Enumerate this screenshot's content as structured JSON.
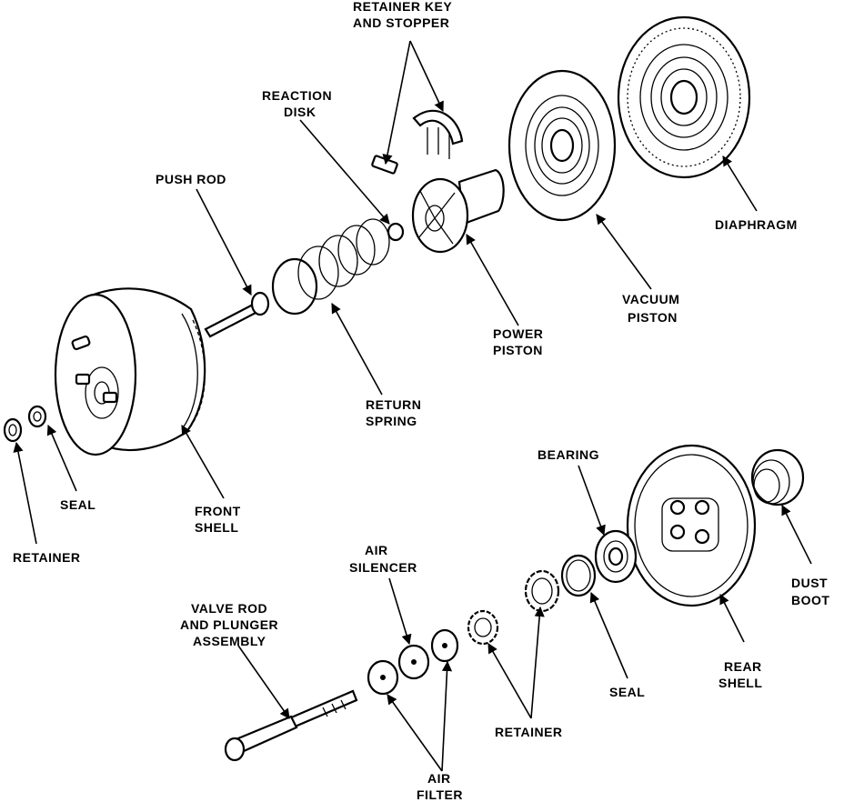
{
  "labels": {
    "retainer_key_l1": "RETAINER KEY",
    "retainer_key_l2": "AND STOPPER",
    "reaction_l1": "REACTION",
    "reaction_l2": "DISK",
    "push_rod": "PUSH ROD",
    "diaphragm": "DIAPHRAGM",
    "vacuum_l1": "VACUUM",
    "vacuum_l2": "PISTON",
    "power_l1": "POWER",
    "power_l2": "PISTON",
    "return_l1": "RETURN",
    "return_l2": "SPRING",
    "seal_top": "SEAL",
    "front_l1": "FRONT",
    "front_l2": "SHELL",
    "retainer_top": "RETAINER",
    "bearing": "BEARING",
    "air_sil_l1": "AIR",
    "air_sil_l2": "SILENCER",
    "dust_l1": "DUST",
    "dust_l2": "BOOT",
    "valve_l1": "VALVE ROD",
    "valve_l2": "AND PLUNGER",
    "valve_l3": "ASSEMBLY",
    "seal_bottom": "SEAL",
    "rear_l1": "REAR",
    "rear_l2": "SHELL",
    "retainer_bottom": "RETAINER",
    "air_filter_l1": "AIR",
    "air_filter_l2": "FILTER"
  }
}
